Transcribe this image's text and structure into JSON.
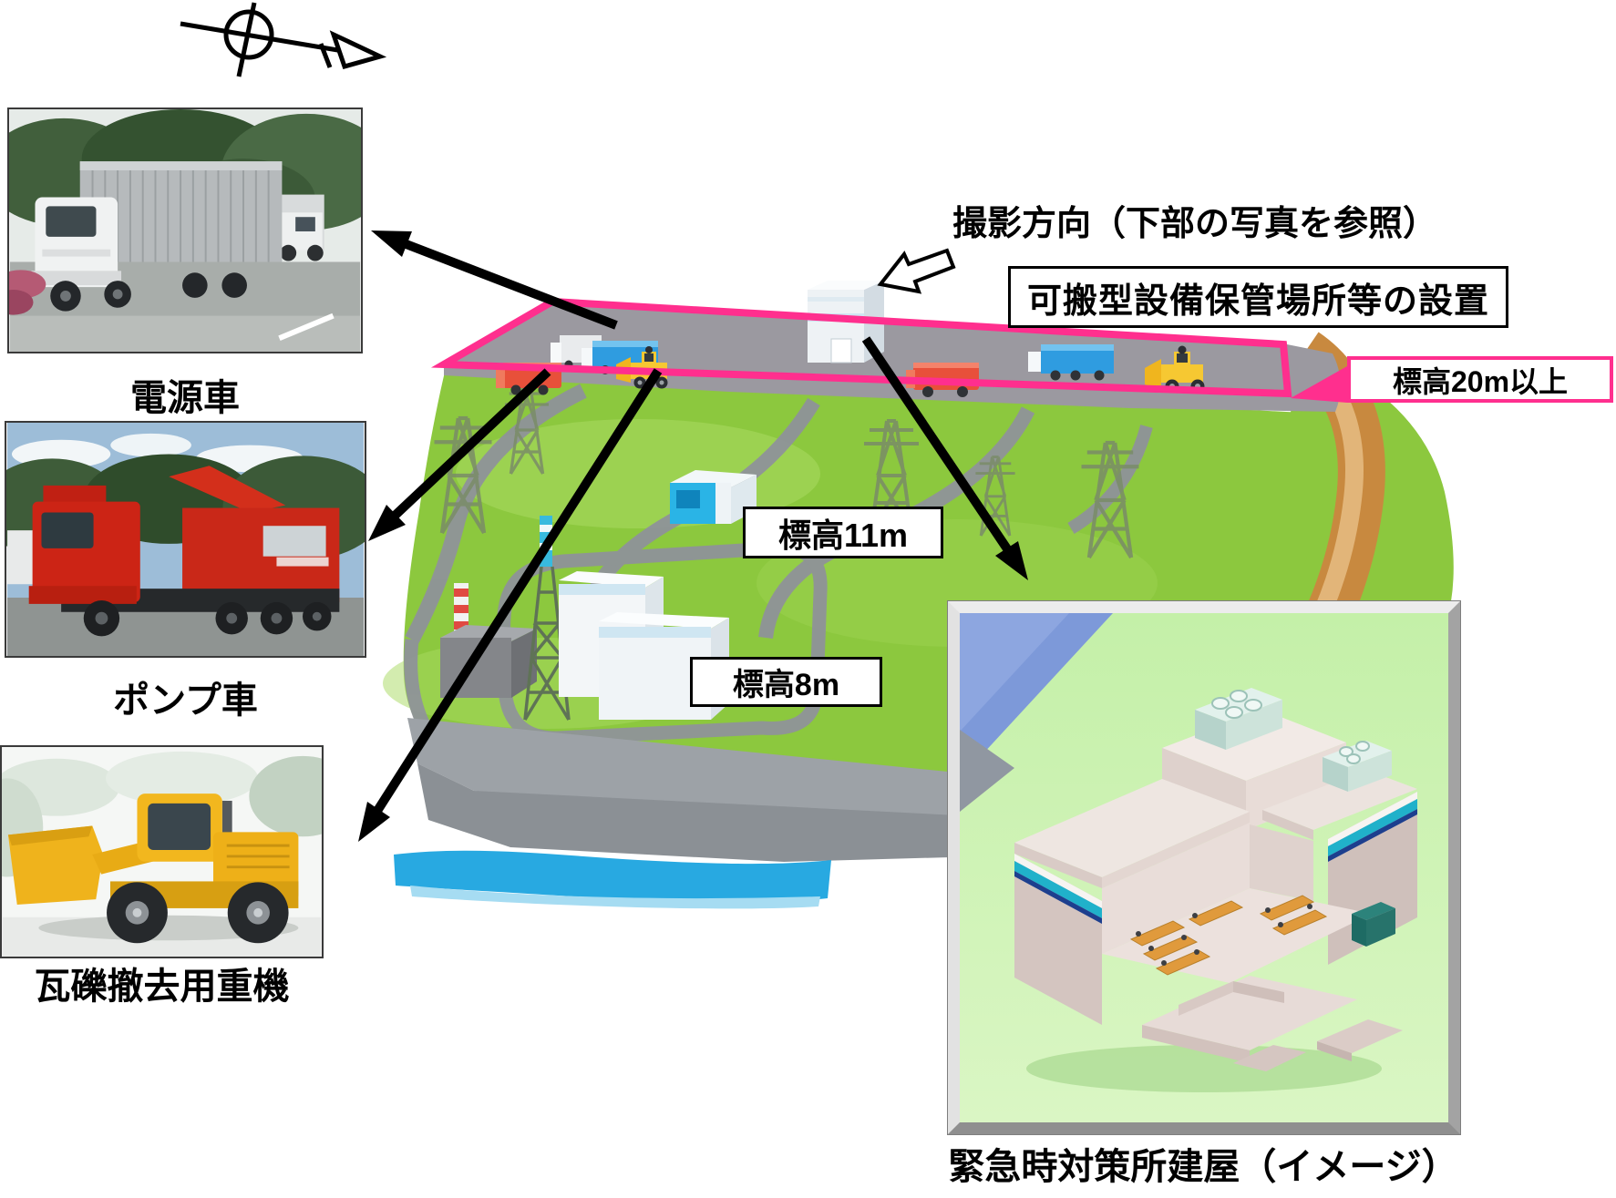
{
  "diagram": {
    "shooting_direction": "撮影方向（下部の写真を参照）",
    "storage_box": "可搬型設備保管場所等の設置",
    "elevation_20m": "標高20m以上",
    "elevation_11m": "標高11m",
    "elevation_8m": "標高8m",
    "emergency_building_label": "緊急時対策所建屋（イメージ）"
  },
  "photos": [
    {
      "id": "power-supply-vehicle",
      "label": "電源車"
    },
    {
      "id": "pump-truck",
      "label": "ポンプ車"
    },
    {
      "id": "debris-removal-machine",
      "label": "瓦礫撤去用重機"
    }
  ],
  "icons": [
    {
      "name": "north-direction-symbol"
    },
    {
      "name": "shooting-direction-arrow"
    },
    {
      "name": "elevation-callout-arrow"
    },
    {
      "name": "connector-arrow"
    }
  ],
  "colors": {
    "highlight_pink": "#ff2f8e",
    "hill_green": "#8cc83e",
    "plateau_gray": "#9b99a0",
    "water_blue": "#28a9e1",
    "soil_brown": "#c8893f",
    "arrow_black": "#000000"
  }
}
